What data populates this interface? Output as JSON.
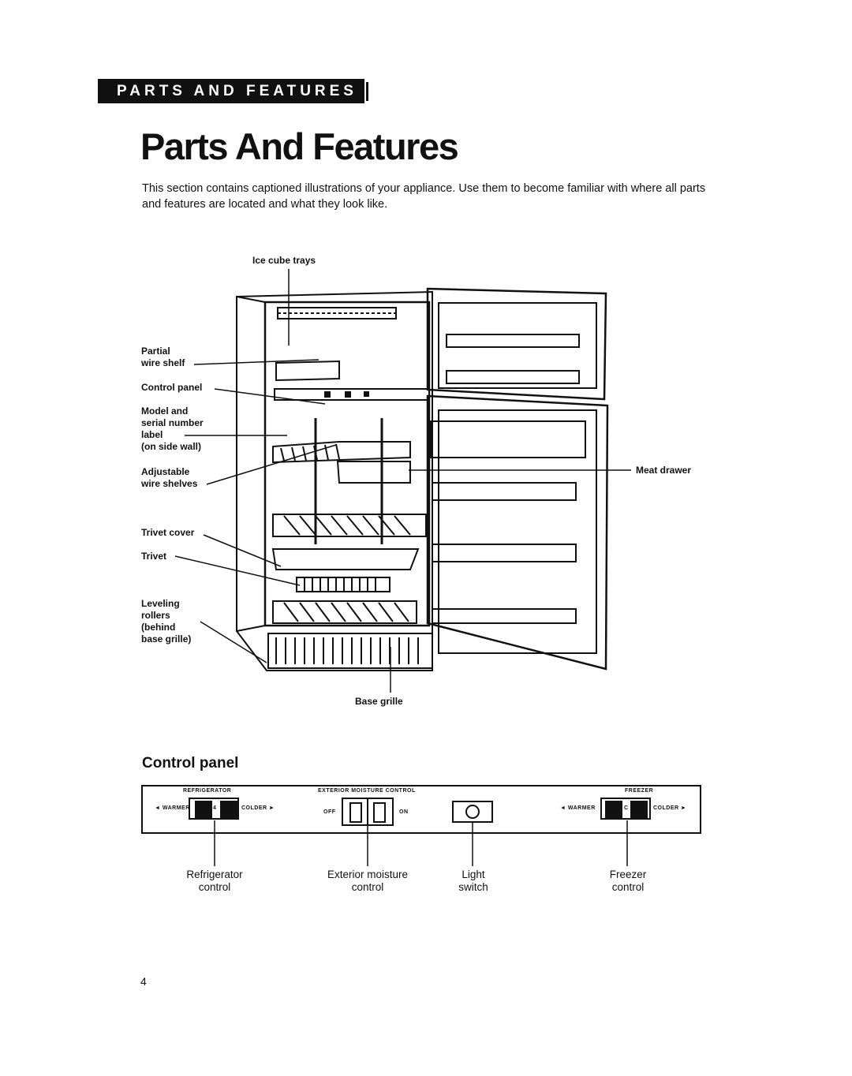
{
  "section_banner": "PARTS AND FEATURES",
  "title": "Parts And Features",
  "intro": "This section contains captioned illustrations of your appliance. Use them to become familiar with where all parts and features are located and what they look like.",
  "fridge_labels": {
    "ice_cube_trays": "Ice cube trays",
    "partial_wire_shelf": [
      "Partial",
      "wire shelf"
    ],
    "control_panel": "Control panel",
    "model_serial_label": [
      "Model and",
      "serial number",
      "label",
      "(on side wall)"
    ],
    "adjustable_wire_shelves": [
      "Adjustable",
      "wire shelves"
    ],
    "trivet_cover": "Trivet cover",
    "trivet": "Trivet",
    "leveling_rollers": [
      "Leveling",
      "rollers",
      "(behind",
      "base grille)"
    ],
    "meat_drawer": "Meat drawer",
    "base_grille": "Base grille"
  },
  "control_panel": {
    "heading": "Control panel",
    "refrigerator_header": "REFRIGERATOR",
    "moisture_header": "EXTERIOR MOISTURE CONTROL",
    "freezer_header": "FREEZER",
    "warmer": "◄ WARMER",
    "colder": "COLDER ►",
    "refrigerator_setting": "4",
    "freezer_setting": "C",
    "off": "OFF",
    "on": "ON",
    "captions": {
      "refrigerator": [
        "Refrigerator",
        "control"
      ],
      "moisture": [
        "Exterior moisture",
        "control"
      ],
      "light": [
        "Light",
        "switch"
      ],
      "freezer": [
        "Freezer",
        "control"
      ]
    }
  },
  "page_number": "4"
}
